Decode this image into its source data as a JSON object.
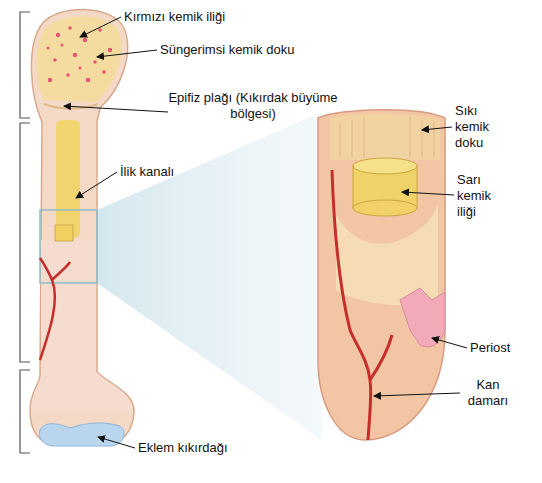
{
  "diagram": {
    "labels": [
      "Kırmızı kemik iliği",
      "Süngerimsi kemik doku",
      "Epifiz plağı (Kıkırdak büyüme bölgesi)",
      "İlik kanalı",
      "Sıkı kemik doku",
      "Sarı kemik iliği",
      "Periost",
      "Kan damarı",
      "Eklem kıkırdağı"
    ]
  }
}
